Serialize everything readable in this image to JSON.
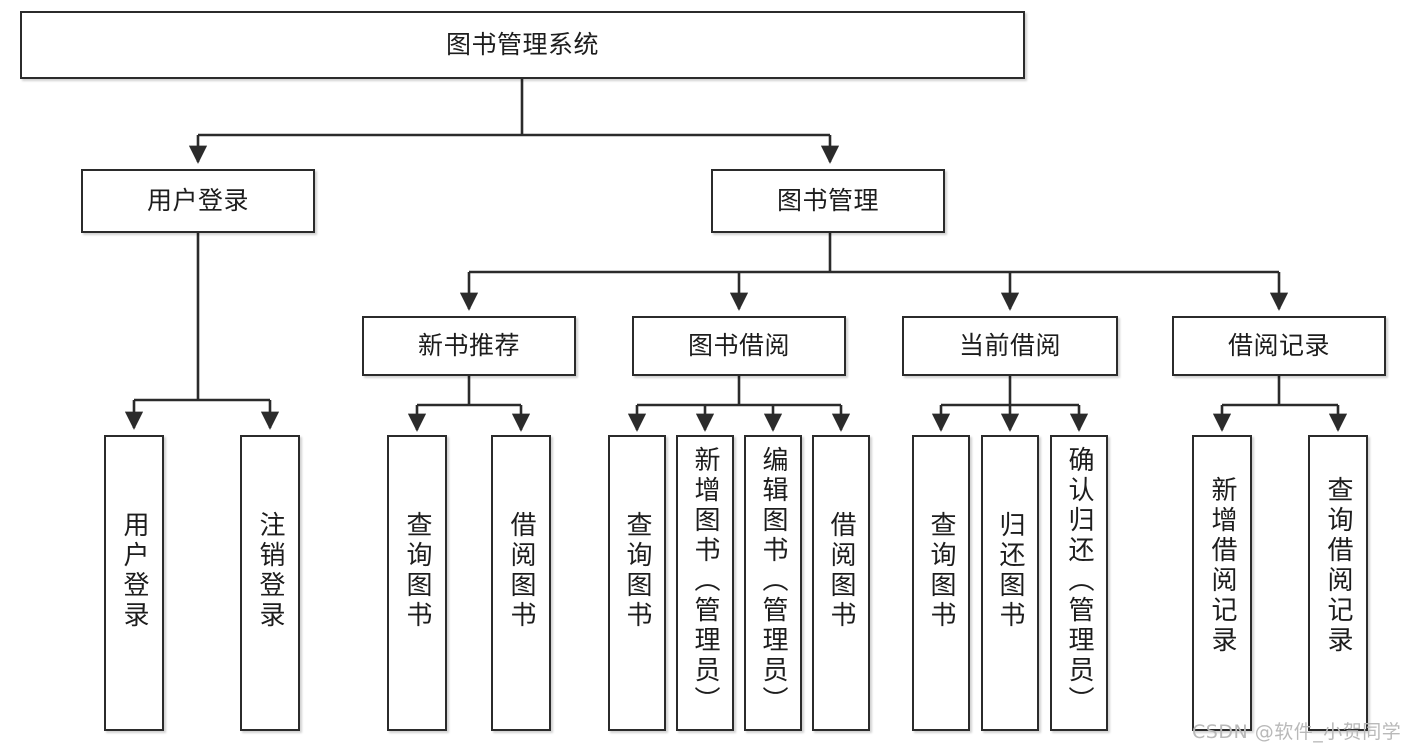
{
  "diagram": {
    "type": "tree-hierarchy",
    "title": "图书管理系统",
    "style": {
      "box_border_color": "#2b2b2b",
      "box_fill_color": "#ffffff",
      "edge_color": "#2b2b2b",
      "text_color": "#1d1d1d",
      "background": "#ffffff"
    },
    "levels": {
      "level1": [
        "图书管理系统"
      ],
      "level2": [
        "用户登录",
        "图书管理"
      ],
      "level3": [
        "新书推荐",
        "图书借阅",
        "当前借阅",
        "借阅记录"
      ],
      "level4": [
        "用户登录",
        "注销登录",
        "查询图书",
        "借阅图书",
        "查询图书",
        "新增图书（管理员）",
        "编辑图书（管理员）",
        "借阅图书",
        "查询图书",
        "归还图书",
        "确认归还（管理员）",
        "新增借阅记录",
        "查询借阅记录"
      ]
    },
    "nodes": {
      "root": {
        "label": "图书管理系统"
      },
      "user_login": {
        "label": "用户登录"
      },
      "book_manage": {
        "label": "图书管理"
      },
      "new_book_rec": {
        "label": "新书推荐"
      },
      "book_borrow": {
        "label": "图书借阅"
      },
      "current_borrow": {
        "label": "当前借阅"
      },
      "borrow_record": {
        "label": "借阅记录"
      },
      "leaf_user_login": {
        "label": "用户登录"
      },
      "leaf_logout": {
        "label": "注销登录"
      },
      "leaf_query_book_1": {
        "label": "查询图书"
      },
      "leaf_borrow_book_1": {
        "label": "借阅图书"
      },
      "leaf_query_book_2": {
        "label": "查询图书"
      },
      "leaf_add_book": {
        "label": "新增图书（管理员）"
      },
      "leaf_edit_book": {
        "label": "编辑图书（管理员）"
      },
      "leaf_borrow_book_2": {
        "label": "借阅图书"
      },
      "leaf_query_book_3": {
        "label": "查询图书"
      },
      "leaf_return_book": {
        "label": "归还图书"
      },
      "leaf_confirm_return": {
        "label": "确认归还（管理员）"
      },
      "leaf_add_record": {
        "label": "新增借阅记录"
      },
      "leaf_query_record": {
        "label": "查询借阅记录"
      }
    },
    "edges": [
      {
        "from": "root",
        "to": "user_login"
      },
      {
        "from": "root",
        "to": "book_manage"
      },
      {
        "from": "user_login",
        "to": "leaf_user_login"
      },
      {
        "from": "user_login",
        "to": "leaf_logout"
      },
      {
        "from": "book_manage",
        "to": "new_book_rec"
      },
      {
        "from": "book_manage",
        "to": "book_borrow"
      },
      {
        "from": "book_manage",
        "to": "current_borrow"
      },
      {
        "from": "book_manage",
        "to": "borrow_record"
      },
      {
        "from": "new_book_rec",
        "to": "leaf_query_book_1"
      },
      {
        "from": "new_book_rec",
        "to": "leaf_borrow_book_1"
      },
      {
        "from": "book_borrow",
        "to": "leaf_query_book_2"
      },
      {
        "from": "book_borrow",
        "to": "leaf_add_book"
      },
      {
        "from": "book_borrow",
        "to": "leaf_edit_book"
      },
      {
        "from": "book_borrow",
        "to": "leaf_borrow_book_2"
      },
      {
        "from": "current_borrow",
        "to": "leaf_query_book_3"
      },
      {
        "from": "current_borrow",
        "to": "leaf_return_book"
      },
      {
        "from": "current_borrow",
        "to": "leaf_confirm_return"
      },
      {
        "from": "borrow_record",
        "to": "leaf_add_record"
      },
      {
        "from": "borrow_record",
        "to": "leaf_query_record"
      }
    ]
  },
  "watermark": {
    "text": "CSDN @软件_小贺同学"
  }
}
